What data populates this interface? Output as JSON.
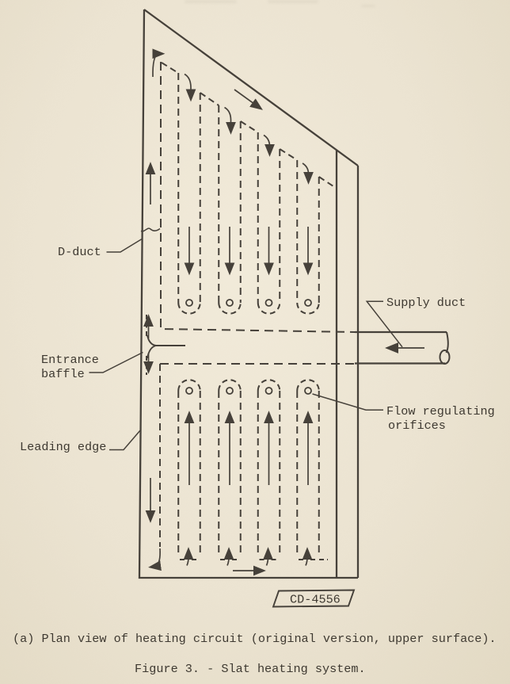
{
  "figure_labels": {
    "d_duct": "D-duct",
    "entrance_baffle_line1": "Entrance",
    "entrance_baffle_line2": "baffle",
    "leading_edge": "Leading edge",
    "supply_duct": "Supply duct",
    "flow_regulating_line1": "Flow regulating",
    "flow_regulating_line2": "orifices",
    "drawing_number": "CD-4556"
  },
  "captions": {
    "subcaption": "(a) Plan view of heating circuit (original version, upper surface).",
    "figure_caption": "Figure 3. - Slat heating system."
  },
  "diagram_info": {
    "type": "engineering line drawing, scanned typewriter-annotated figure",
    "upper_orifice_count": 4,
    "lower_orifice_count": 4,
    "flow_arrow_style": "thin solid arrows; passages drawn with dashed hidden lines",
    "colors": {
      "paper": "#ece4d2",
      "ink": "#46413a",
      "text_ink": "#3e3931"
    }
  }
}
